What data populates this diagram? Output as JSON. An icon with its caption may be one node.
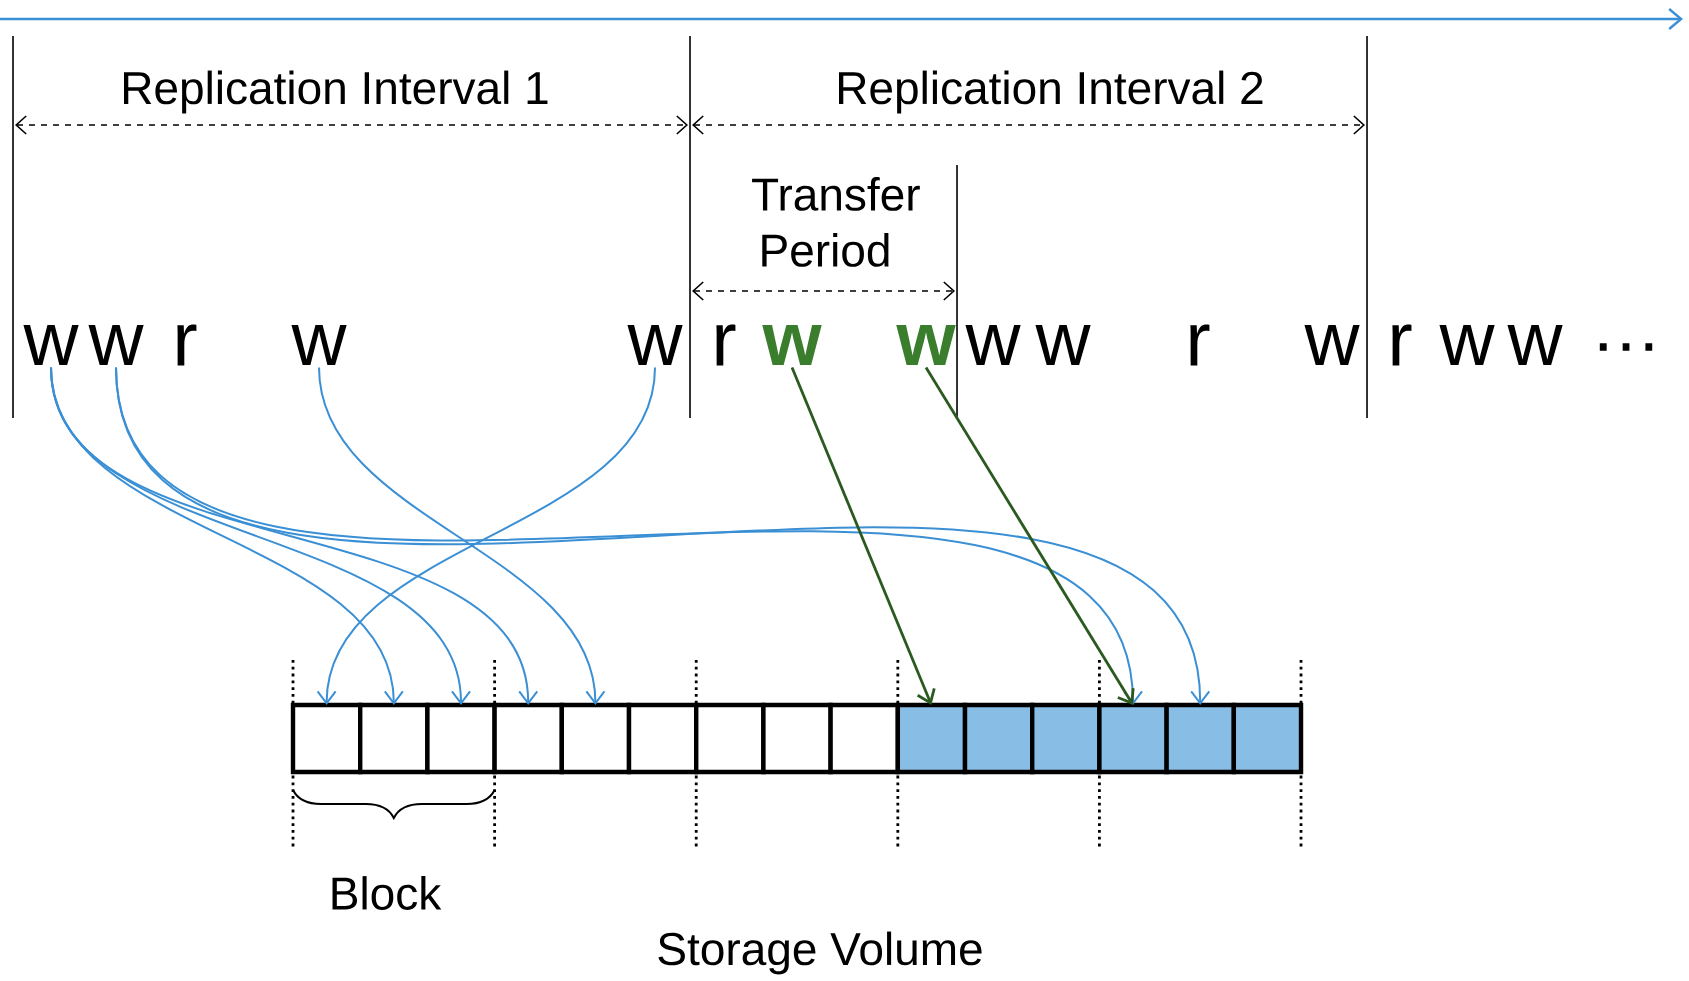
{
  "diagram": {
    "nodes": [
      {
        "text": [
          "w"
        ]
      },
      {
        "text": [
          "w"
        ]
      },
      {
        "text": [
          "r"
        ]
      },
      {
        "text": [
          "w"
        ]
      },
      {
        "text": [
          "w"
        ]
      },
      {
        "text": [
          "r"
        ]
      },
      {
        "text": [
          "w"
        ]
      },
      {
        "text": [
          "w"
        ]
      },
      {
        "text": [
          "w"
        ]
      },
      {
        "text": [
          "w"
        ]
      },
      {
        "text": [
          "r"
        ]
      },
      {
        "text": [
          "w"
        ]
      },
      {
        "text": [
          "r"
        ]
      },
      {
        "text": [
          "w"
        ]
      },
      {
        "text": [
          "w"
        ]
      },
      {
        "text": [],
        "shape": "box"
      },
      {
        "text": [],
        "shape": "box"
      },
      {
        "text": [],
        "shape": "box"
      },
      {
        "text": [],
        "shape": "box"
      },
      {
        "text": [],
        "shape": "box"
      },
      {
        "text": [],
        "shape": "box"
      },
      {
        "text": [],
        "shape": "box"
      },
      {
        "text": [],
        "shape": "box"
      },
      {
        "text": [],
        "shape": "box"
      },
      {
        "text": [],
        "shape": "box"
      },
      {
        "text": [],
        "shape": "box"
      },
      {
        "text": [],
        "shape": "box"
      },
      {
        "text": [],
        "shape": "box"
      },
      {
        "text": [],
        "shape": "box"
      },
      {
        "text": [],
        "shape": "box"
      }
    ],
    "edges": [
      {
        "from": 0,
        "to": 16,
        "arrow": "to"
      },
      {
        "from": 0,
        "to": 17,
        "arrow": "to"
      },
      {
        "from": 0,
        "to": 18,
        "arrow": "to"
      },
      {
        "from": 1,
        "to": 27,
        "arrow": "to"
      },
      {
        "from": 1,
        "to": 28,
        "arrow": "to"
      },
      {
        "from": 3,
        "to": 19,
        "arrow": "to"
      },
      {
        "from": 4,
        "to": 15,
        "arrow": "to"
      },
      {
        "from": 6,
        "to": 24,
        "arrow": "to",
        "color": "#2b5a20"
      },
      {
        "from": 7,
        "to": 27,
        "arrow": "to",
        "color": "#2b5a20"
      }
    ],
    "labels": [
      "Replication Interval 1",
      "Replication Interval 2",
      "Transfer Period",
      "…",
      "Block",
      "Storage Volume"
    ]
  }
}
